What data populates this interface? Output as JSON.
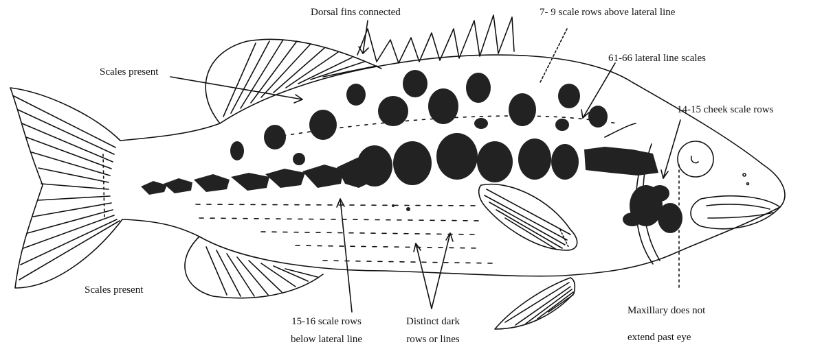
{
  "labels": {
    "dorsal": "Dorsal fins connected",
    "above_rows": "7- 9  scale rows above lateral line",
    "scales_present_top": "Scales present",
    "lateral_line": "61-66  lateral line scales",
    "cheek": "14-15  cheek scale rows",
    "scales_present_bottom": "Scales present",
    "below_rows_1": "15-16  scale rows",
    "below_rows_2": "below lateral line",
    "dark_rows_1": "Distinct dark",
    "dark_rows_2": "rows or lines",
    "maxillary_1": "Maxillary does not",
    "maxillary_2": "extend past eye"
  },
  "colors": {
    "ink": "#111111",
    "blotch": "#222222"
  }
}
